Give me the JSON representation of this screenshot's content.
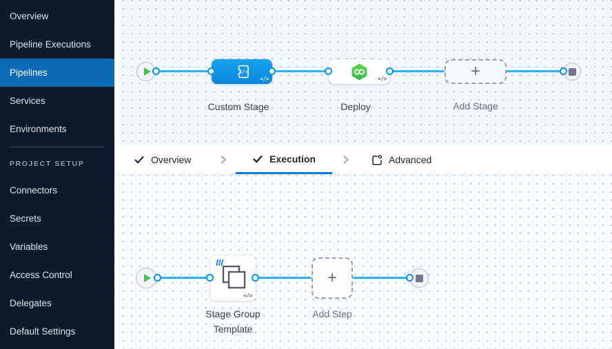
{
  "sidebar": {
    "items": [
      {
        "label": "Overview"
      },
      {
        "label": "Pipeline Executions"
      },
      {
        "label": "Pipelines"
      },
      {
        "label": "Services"
      },
      {
        "label": "Environments"
      }
    ],
    "section_label": "PROJECT SETUP",
    "setup_items": [
      {
        "label": "Connectors"
      },
      {
        "label": "Secrets"
      },
      {
        "label": "Variables"
      },
      {
        "label": "Access Control"
      },
      {
        "label": "Delegates"
      },
      {
        "label": "Default Settings"
      }
    ]
  },
  "tabs": [
    {
      "label": "Overview"
    },
    {
      "label": "Execution"
    },
    {
      "label": "Advanced"
    }
  ],
  "stage_pipeline": {
    "stages": [
      {
        "label": "Custom Stage"
      },
      {
        "label": "Deploy"
      },
      {
        "label": "Add Stage",
        "plus": "+"
      }
    ]
  },
  "step_pipeline": {
    "steps": [
      {
        "label": "Stage Group Template"
      },
      {
        "label": "Add Step",
        "plus": "+"
      }
    ]
  },
  "icons": {
    "code": "</>"
  },
  "colors": {
    "accent_blue": "#0278d5",
    "node_blue": "#0a93e9",
    "connector_blue": "#2eb2f2",
    "success_green": "#4dc952",
    "sidebar_bg": "#0b1b2b",
    "sidebar_active": "#0b6bb5"
  }
}
